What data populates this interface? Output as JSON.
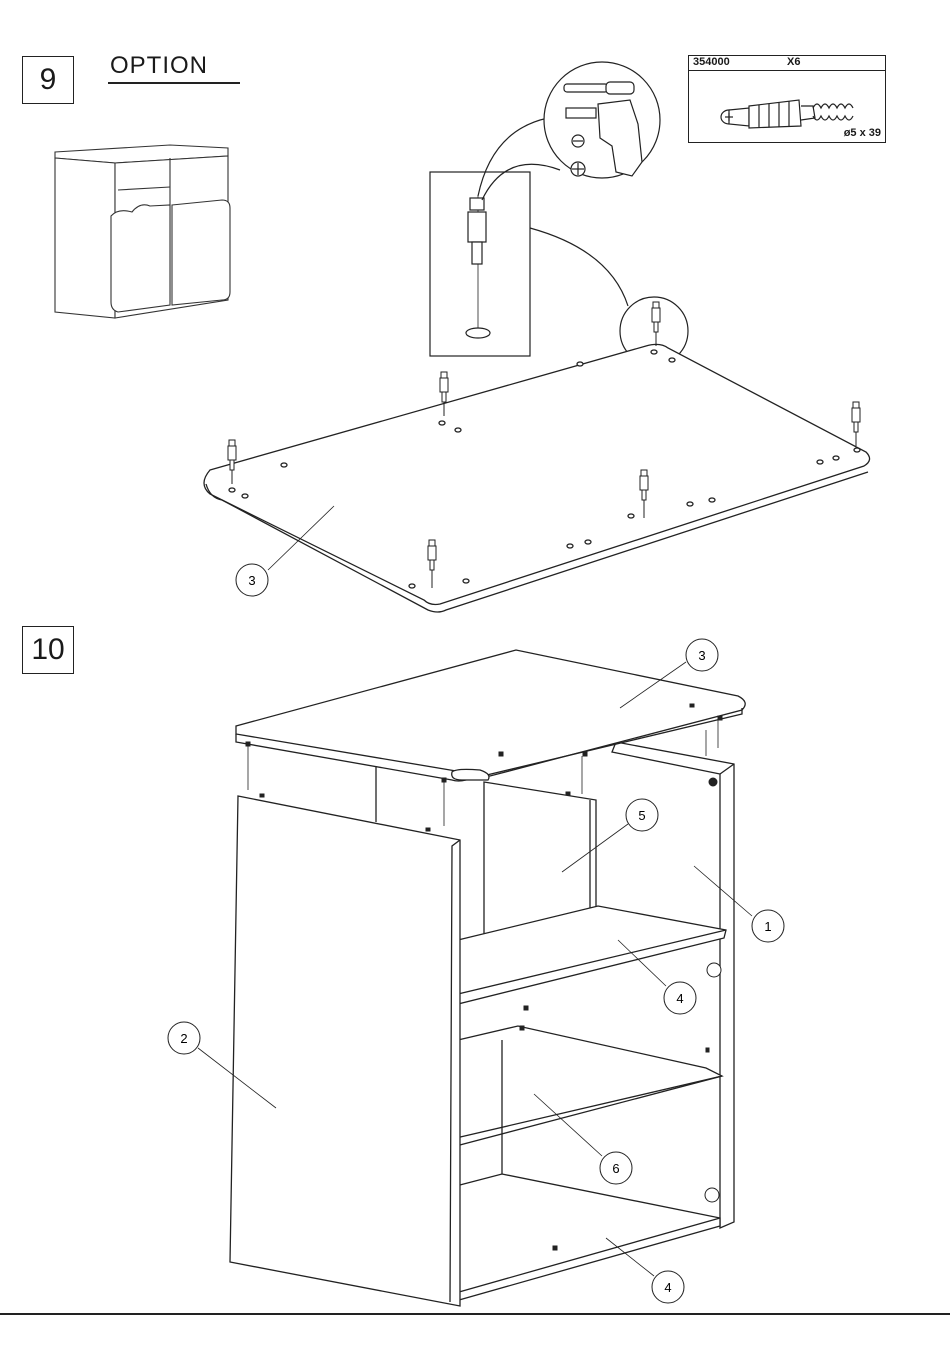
{
  "steps": {
    "step9": "9",
    "step10": "10"
  },
  "option_label": "OPTION",
  "hardware": {
    "code": "354000",
    "quantity": "X6",
    "size": "ø5 x 39"
  },
  "callouts": {
    "c3_top": "3",
    "c3_step10": "3",
    "c5": "5",
    "c1": "1",
    "c4_mid": "4",
    "c2": "2",
    "c6": "6",
    "c4_bottom": "4"
  }
}
